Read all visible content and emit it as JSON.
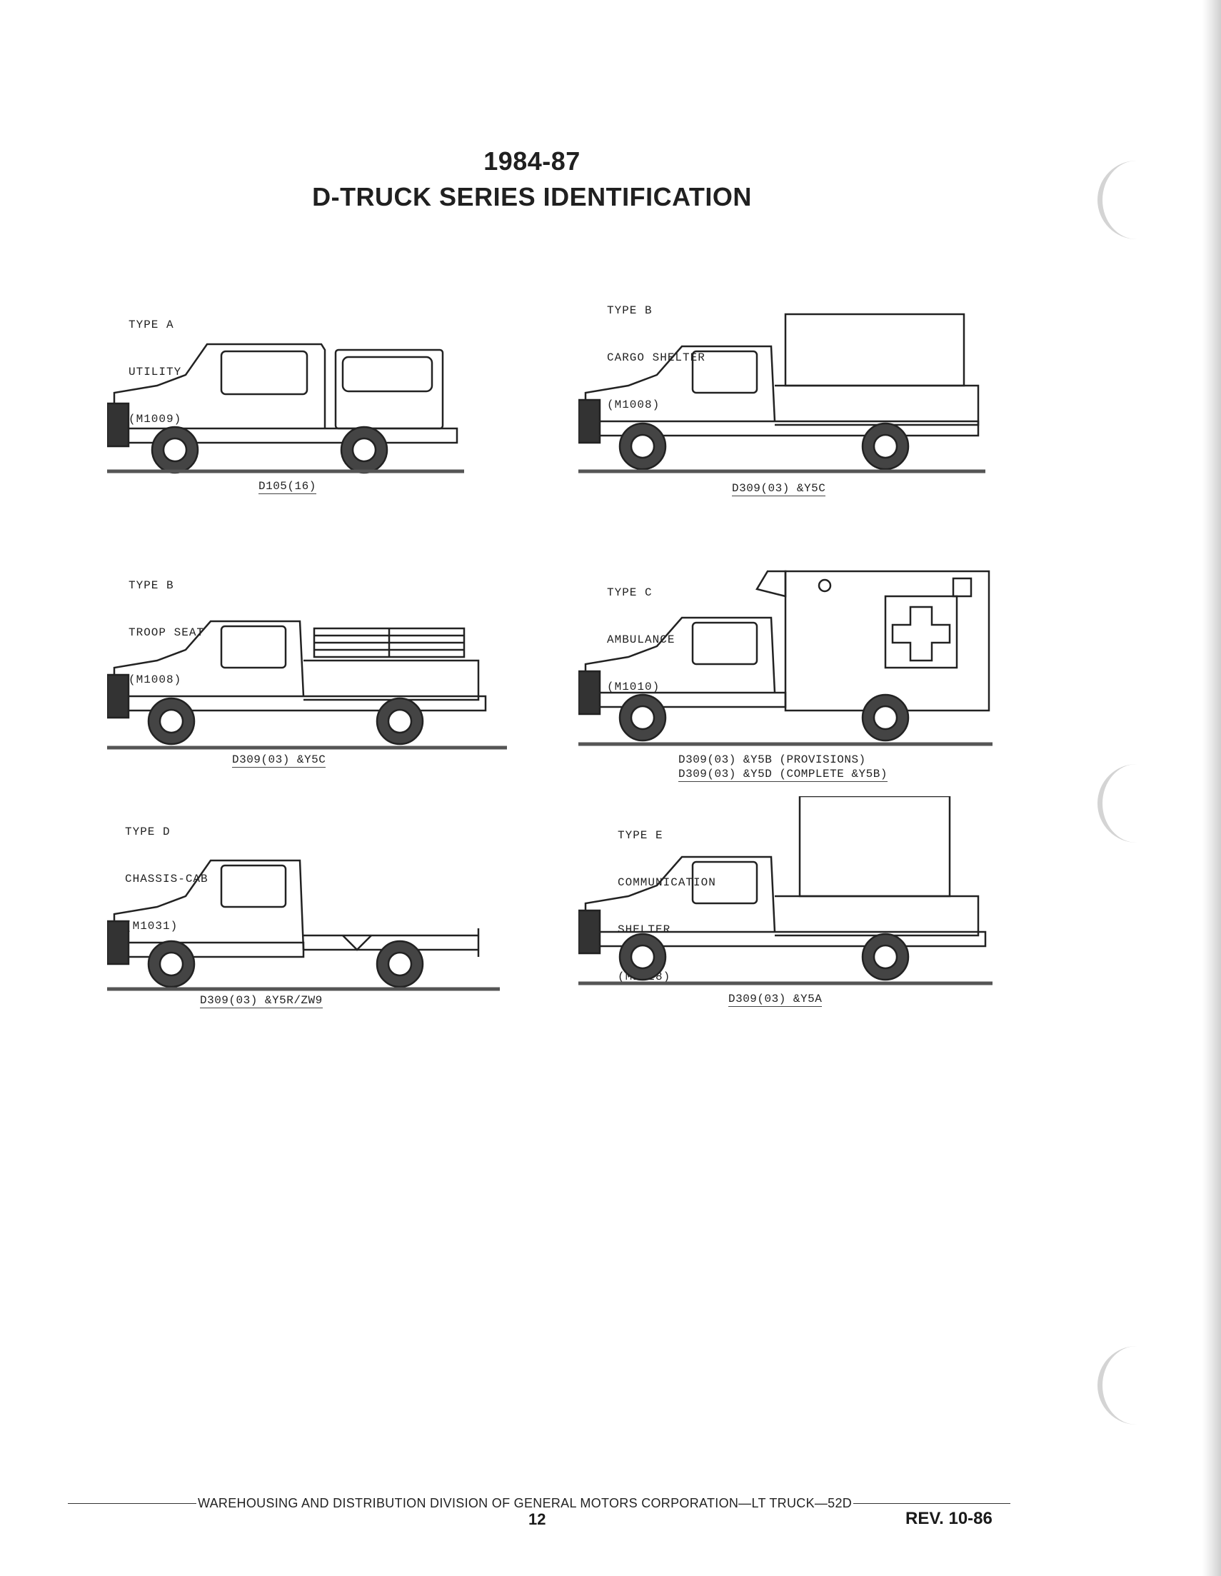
{
  "header": {
    "years": "1984-87",
    "title": "D-TRUCK SERIES IDENTIFICATION"
  },
  "panels": [
    {
      "type_line": "TYPE A",
      "body_line": "UTILITY",
      "model_line": "(M1009)",
      "caption": "D105(16)"
    },
    {
      "type_line": "TYPE B",
      "body_line": "CARGO SHELTER",
      "model_line": "(M1008)",
      "caption": "D309(03) &Y5C"
    },
    {
      "type_line": "TYPE B",
      "body_line": "TROOP SEAT",
      "model_line": "(M1008)",
      "caption": "D309(03) &Y5C"
    },
    {
      "type_line": "TYPE C",
      "body_line": "AMBULANCE",
      "model_line": "(M1010)",
      "caption": "D309(03) &Y5B (PROVISIONS)",
      "caption2": "D309(03) &Y5D (COMPLETE &Y5B)"
    },
    {
      "type_line": "TYPE D",
      "body_line": "CHASSIS-CAB",
      "model_line": "(M1031)",
      "caption": "D309(03) &Y5R/ZW9"
    },
    {
      "type_line": "TYPE E",
      "body_line": "COMMUNICATION",
      "body_line2": "SHELTER",
      "model_line": "(M1028)",
      "caption": "D309(03) &Y5A"
    }
  ],
  "footer": {
    "division": "WAREHOUSING AND DISTRIBUTION DIVISION OF GENERAL MOTORS CORPORATION—LT TRUCK—52D",
    "page_number": "12",
    "revision": "REV. 10-86"
  }
}
